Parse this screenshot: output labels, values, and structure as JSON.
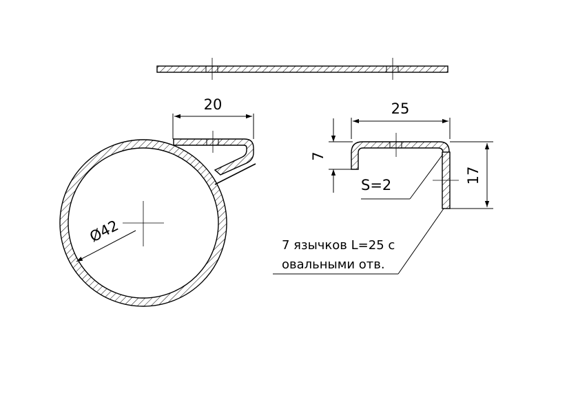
{
  "drawing": {
    "dimensions": {
      "clip_width": "20",
      "bracket_width": "25",
      "bracket_step": "7",
      "bracket_height": "17",
      "thickness": "S=2",
      "diameter": "Ø42"
    },
    "note": {
      "line1": "7 язычков L=25 с",
      "line2": "овальными отв."
    }
  }
}
